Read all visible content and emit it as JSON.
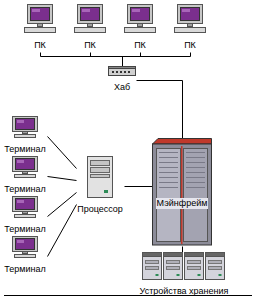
{
  "diagram": {
    "nodes": [
      {
        "text": [
          "ПК"
        ]
      },
      {
        "text": [
          "ПК"
        ]
      },
      {
        "text": [
          "ПК"
        ]
      },
      {
        "text": [
          "ПК"
        ]
      },
      {
        "text": [
          "Хаб"
        ]
      },
      {
        "text": [
          "Терминал"
        ]
      },
      {
        "text": [
          "Терминал"
        ]
      },
      {
        "text": [
          "Терминал"
        ]
      },
      {
        "text": [
          "Терминал"
        ]
      },
      {
        "text": [
          "Процессор"
        ]
      },
      {
        "text": [
          "Мэйнфрейм"
        ]
      },
      {
        "text": [
          "Устройства хранения"
        ]
      }
    ],
    "edges": [
      {
        "from": 0,
        "to": 4,
        "arrow": "none"
      },
      {
        "from": 1,
        "to": 4,
        "arrow": "none"
      },
      {
        "from": 2,
        "to": 4,
        "arrow": "none"
      },
      {
        "from": 3,
        "to": 4,
        "arrow": "none"
      },
      {
        "from": 4,
        "to": 10,
        "arrow": "none"
      },
      {
        "from": 5,
        "to": 9,
        "arrow": "none"
      },
      {
        "from": 6,
        "to": 9,
        "arrow": "none"
      },
      {
        "from": 7,
        "to": 9,
        "arrow": "none"
      },
      {
        "from": 8,
        "to": 9,
        "arrow": "none"
      },
      {
        "from": 9,
        "to": 10,
        "arrow": "none"
      },
      {
        "from": 10,
        "to": 11,
        "arrow": "none"
      }
    ]
  }
}
